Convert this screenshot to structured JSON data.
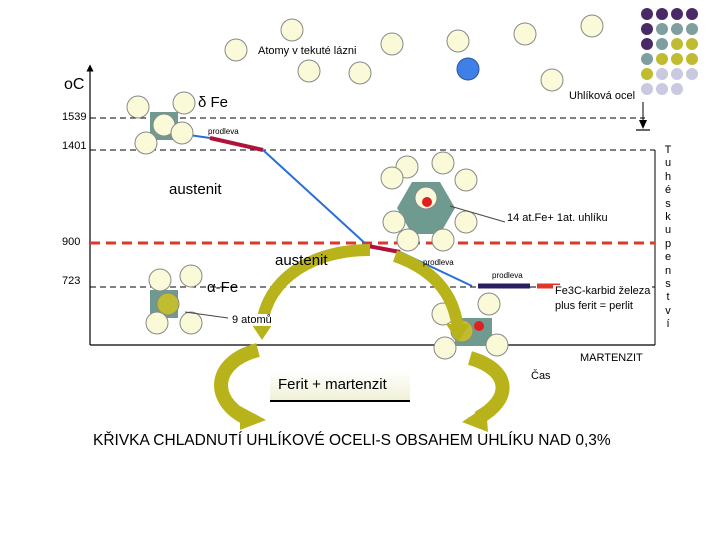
{
  "labels": {
    "atoms_title": "Atomy v tekuté lázni",
    "celsius_unit": "oC",
    "steel": "Uhlíková ocel",
    "delta_fe": "δ Fe",
    "t1539": "1539",
    "t1401": "1401",
    "prodleva": "prodleva",
    "austenit1": "austenit",
    "austenit2": "austenit",
    "t900": "900",
    "t723": "723",
    "alpha_fe": "α-Fe",
    "atoms14": "14 at.Fe+ 1at. uhlíku",
    "fe3c": "Fe3C-karbid železa",
    "perlit": "plus ferit = perlit",
    "atoms9": "9 atomů",
    "martenzit": "MARTENZIT",
    "cas": "Čas",
    "ferit_martenzit": "Ferit  +  martenzit",
    "caption": "KŘIVKA CHLADNUTÍ UHLÍKOVÉ OCELI-S OBSAHEM UHLÍKU NAD 0,3%"
  },
  "vertical_letters": [
    "T",
    "u",
    "h",
    "é",
    "s",
    "k",
    "u",
    "p",
    "e",
    "n",
    "s",
    "t",
    "v",
    "í"
  ],
  "colors": {
    "cooling_blue": "#2a6fd6",
    "plateau_crimson": "#b0123a",
    "dashed_red": "#e0362c",
    "atom_fill": "#fafad8",
    "atom_blue": "#3f7fe8",
    "crystal_teal": "#6f9a90",
    "carbon_dot": "#e02020",
    "arrow_olive": "#b8b31a",
    "dark_purple": "#4a2a66",
    "gray_teal": "#7e9ea0",
    "olive": "#c0bc32",
    "light_lavender": "#c9c9df"
  },
  "decor_grid": [
    [
      "dark_purple",
      "dark_purple",
      "dark_purple",
      "dark_purple"
    ],
    [
      "dark_purple",
      "gray_teal",
      "gray_teal",
      "gray_teal"
    ],
    [
      "dark_purple",
      "gray_teal",
      "olive",
      "olive"
    ],
    [
      "gray_teal",
      "olive",
      "olive",
      "olive"
    ],
    [
      "olive",
      "light_lavender",
      "light_lavender",
      "light_lavender"
    ],
    [
      "light_lavender",
      "light_lavender",
      "light_lavender",
      ""
    ]
  ]
}
